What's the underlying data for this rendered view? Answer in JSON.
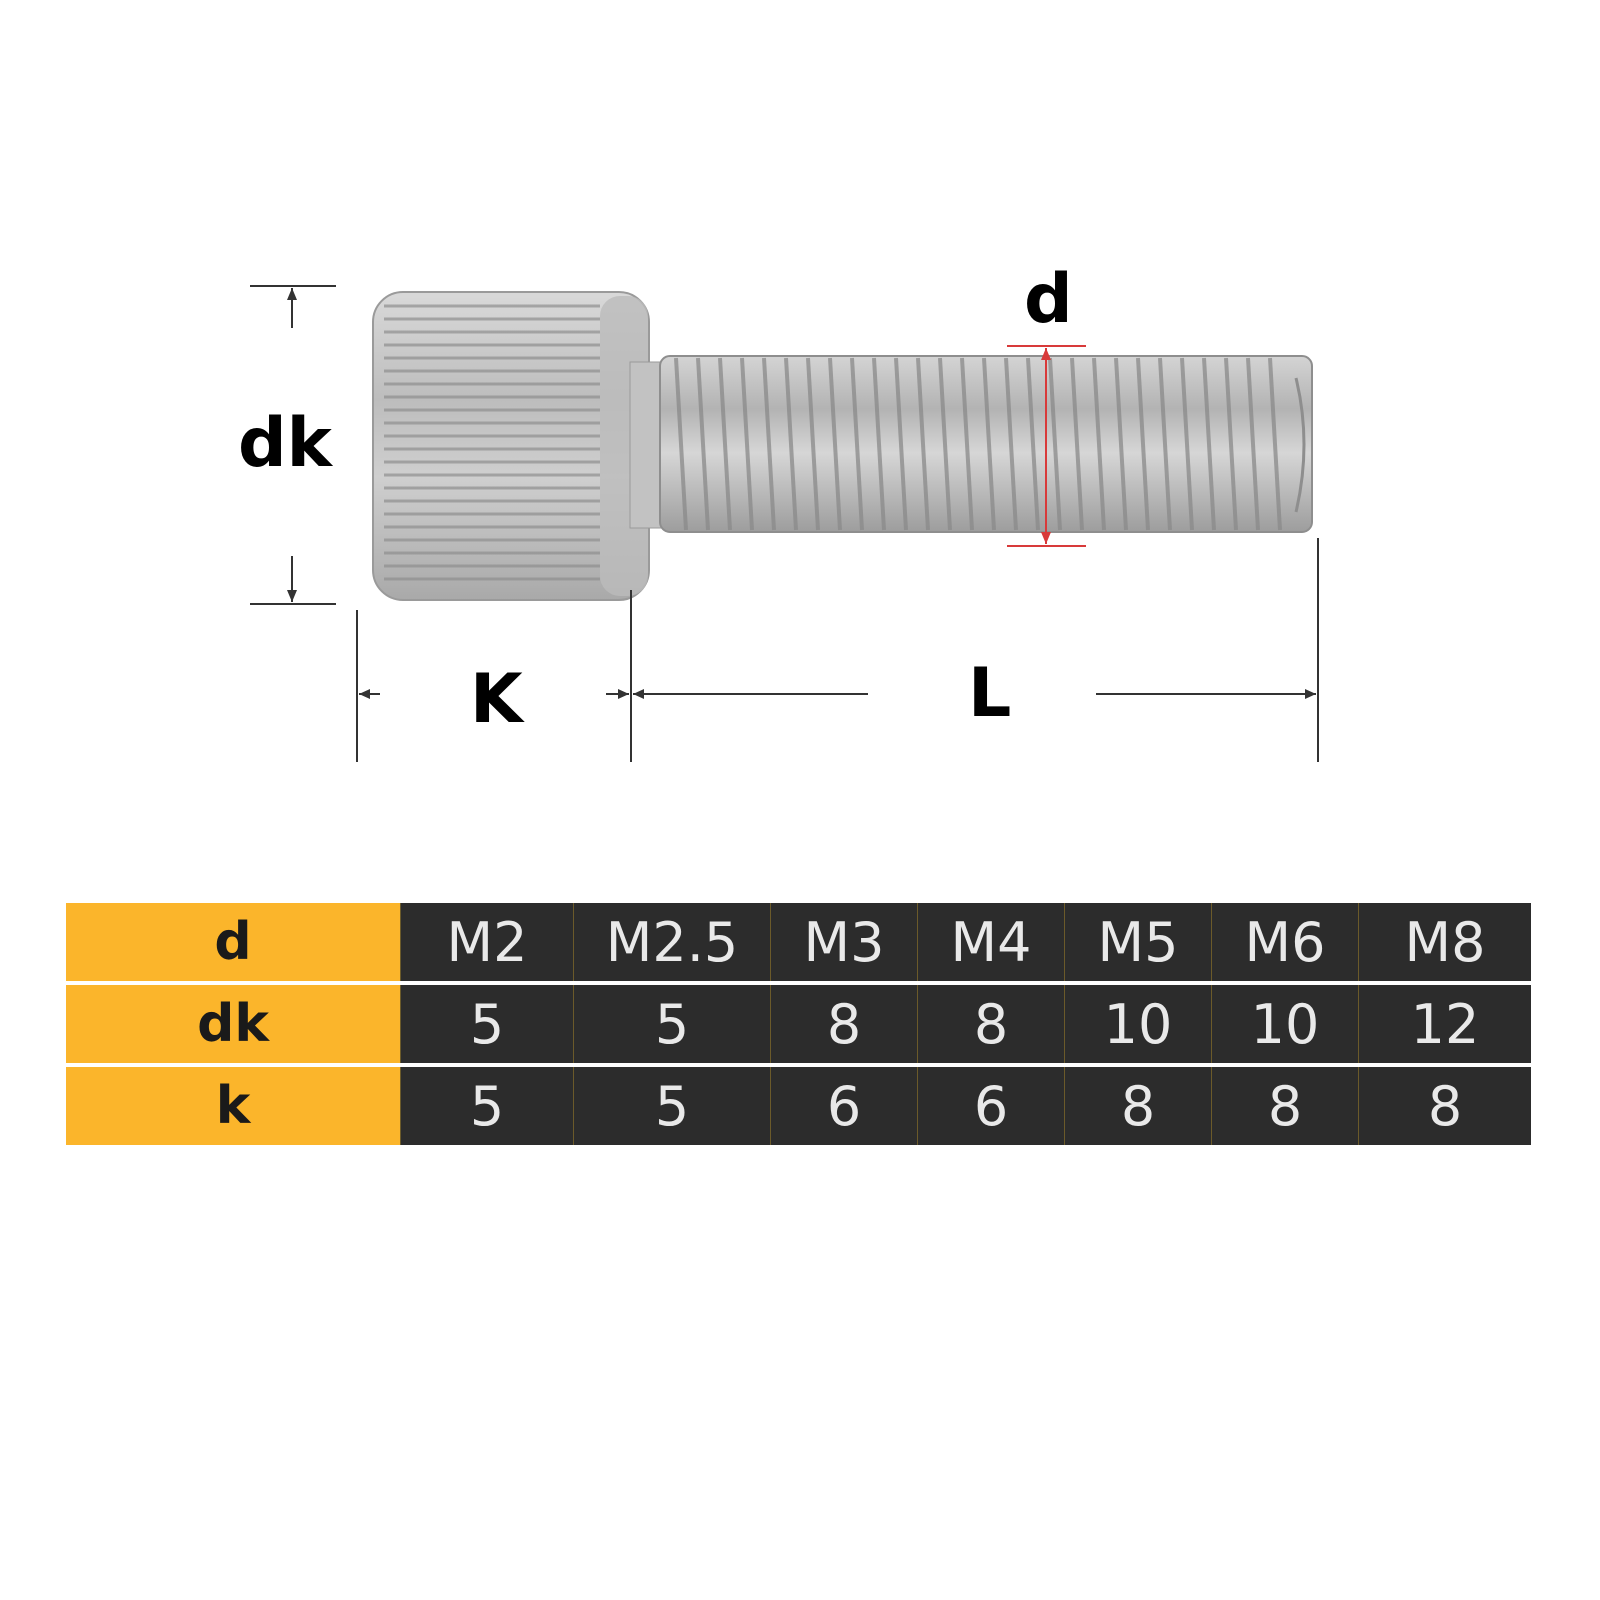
{
  "diagram": {
    "labels": {
      "head_diameter": "dk",
      "thread_diameter": "d",
      "head_height": "K",
      "length": "L"
    },
    "colors": {
      "dimension_line": "#333333",
      "thread_dimension": "#d83a3a",
      "screw_metal": "#c8c8c8"
    }
  },
  "table": {
    "colors": {
      "header_bg": "#fbb52b",
      "cell_bg": "#2c2c2c",
      "cell_text": "#e9e9e9"
    },
    "rows": [
      {
        "label": "d",
        "values": [
          "M2",
          "M2.5",
          "M3",
          "M4",
          "M5",
          "M6",
          "M8"
        ]
      },
      {
        "label": "dk",
        "values": [
          "5",
          "5",
          "8",
          "8",
          "10",
          "10",
          "12"
        ]
      },
      {
        "label": "k",
        "values": [
          "5",
          "5",
          "6",
          "6",
          "8",
          "8",
          "8"
        ]
      }
    ]
  }
}
